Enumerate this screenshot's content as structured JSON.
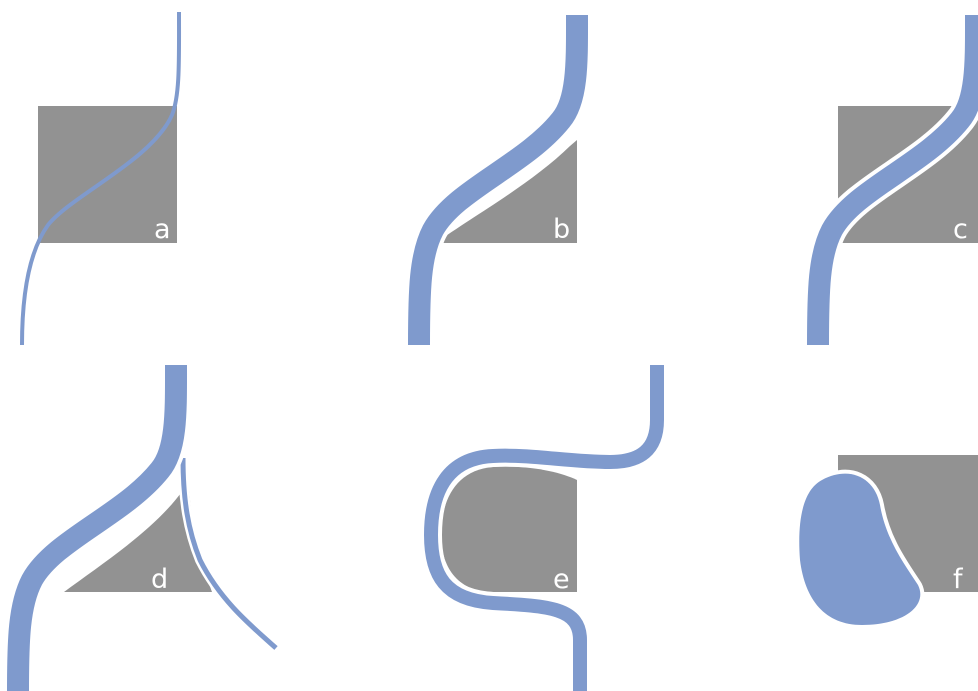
{
  "colors": {
    "background": "#ffffff",
    "block": "#929292",
    "band": "#7f9acd",
    "outline": "#ffffff"
  },
  "panels": [
    {
      "id": "a",
      "label": "a"
    },
    {
      "id": "b",
      "label": "b"
    },
    {
      "id": "c",
      "label": "c"
    },
    {
      "id": "d",
      "label": "d"
    },
    {
      "id": "e",
      "label": "e"
    },
    {
      "id": "f",
      "label": "f"
    }
  ]
}
